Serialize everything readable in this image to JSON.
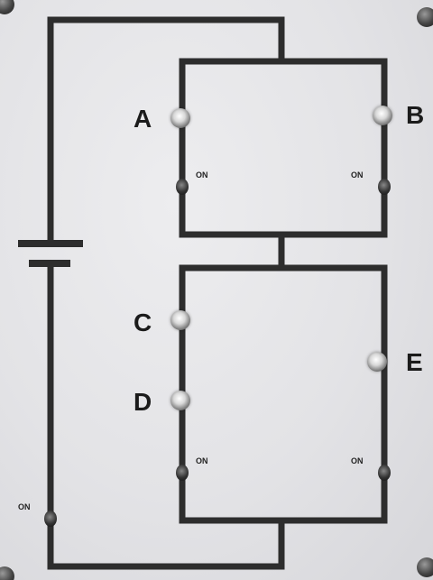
{
  "switches": [
    {
      "id": "A",
      "label": "A",
      "on_label": "ON"
    },
    {
      "id": "B",
      "label": "B",
      "on_label": "ON"
    },
    {
      "id": "C",
      "label": "C",
      "on_label": "ON"
    },
    {
      "id": "D",
      "label": "D",
      "on_label": ""
    },
    {
      "id": "E",
      "label": "E",
      "on_label": "ON"
    }
  ],
  "main_switch": {
    "on_label": "ON"
  },
  "colors": {
    "wire": "#2d2d2d",
    "panel": "#e6e6e9"
  }
}
